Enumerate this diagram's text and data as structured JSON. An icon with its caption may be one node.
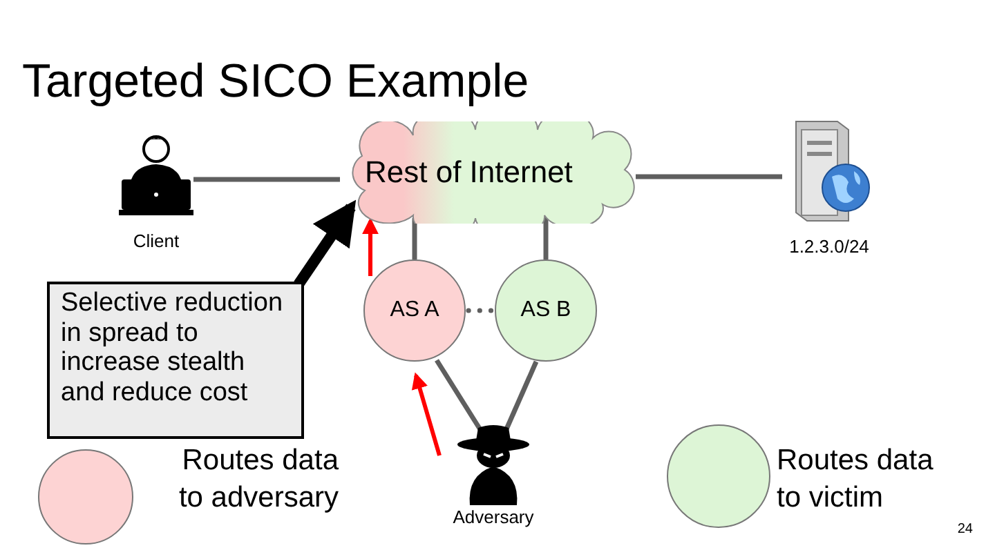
{
  "diagram": {
    "title": "Targeted SICO Example",
    "nodes": [
      {
        "text": [],
        "shape": "person",
        "beside": [
          "Client"
        ]
      },
      {
        "text": [
          "Rest of Internet"
        ]
      },
      {
        "text": [],
        "shape": "server",
        "beside": [
          "1.2.3.0/24"
        ]
      },
      {
        "text": [
          "AS A"
        ]
      },
      {
        "text": [
          "AS B"
        ]
      },
      {
        "text": [],
        "shape": "person",
        "beside": [
          "Adversary"
        ]
      },
      {
        "text": [
          "Selective reduction in spread to increase stealth and reduce cost"
        ]
      }
    ],
    "edges": [
      {
        "from": 0,
        "to": 1,
        "arrow": "none"
      },
      {
        "from": 1,
        "to": 2,
        "arrow": "none"
      },
      {
        "from": 1,
        "to": 3,
        "arrow": "none"
      },
      {
        "from": 1,
        "to": 4,
        "arrow": "none"
      },
      {
        "from": 3,
        "to": 4,
        "arrow": "none",
        "style": "dashed"
      },
      {
        "from": 5,
        "to": 3,
        "arrow": "none"
      },
      {
        "from": 5,
        "to": 4,
        "arrow": "none"
      },
      {
        "from": 3,
        "to": 1,
        "arrow": "to",
        "color": "#ff0000"
      },
      {
        "from": 5,
        "to": 3,
        "arrow": "to",
        "color": "#ff0000"
      },
      {
        "from": 6,
        "to": 1,
        "arrow": "to",
        "style": "thick",
        "color": "#000000"
      }
    ],
    "labels": [
      "24"
    ],
    "legend": [
      {
        "text": "Routes data to adversary",
        "color": "#fdd3d3"
      },
      {
        "text": "Routes data to victim",
        "color": "#ddf5d6"
      }
    ]
  }
}
